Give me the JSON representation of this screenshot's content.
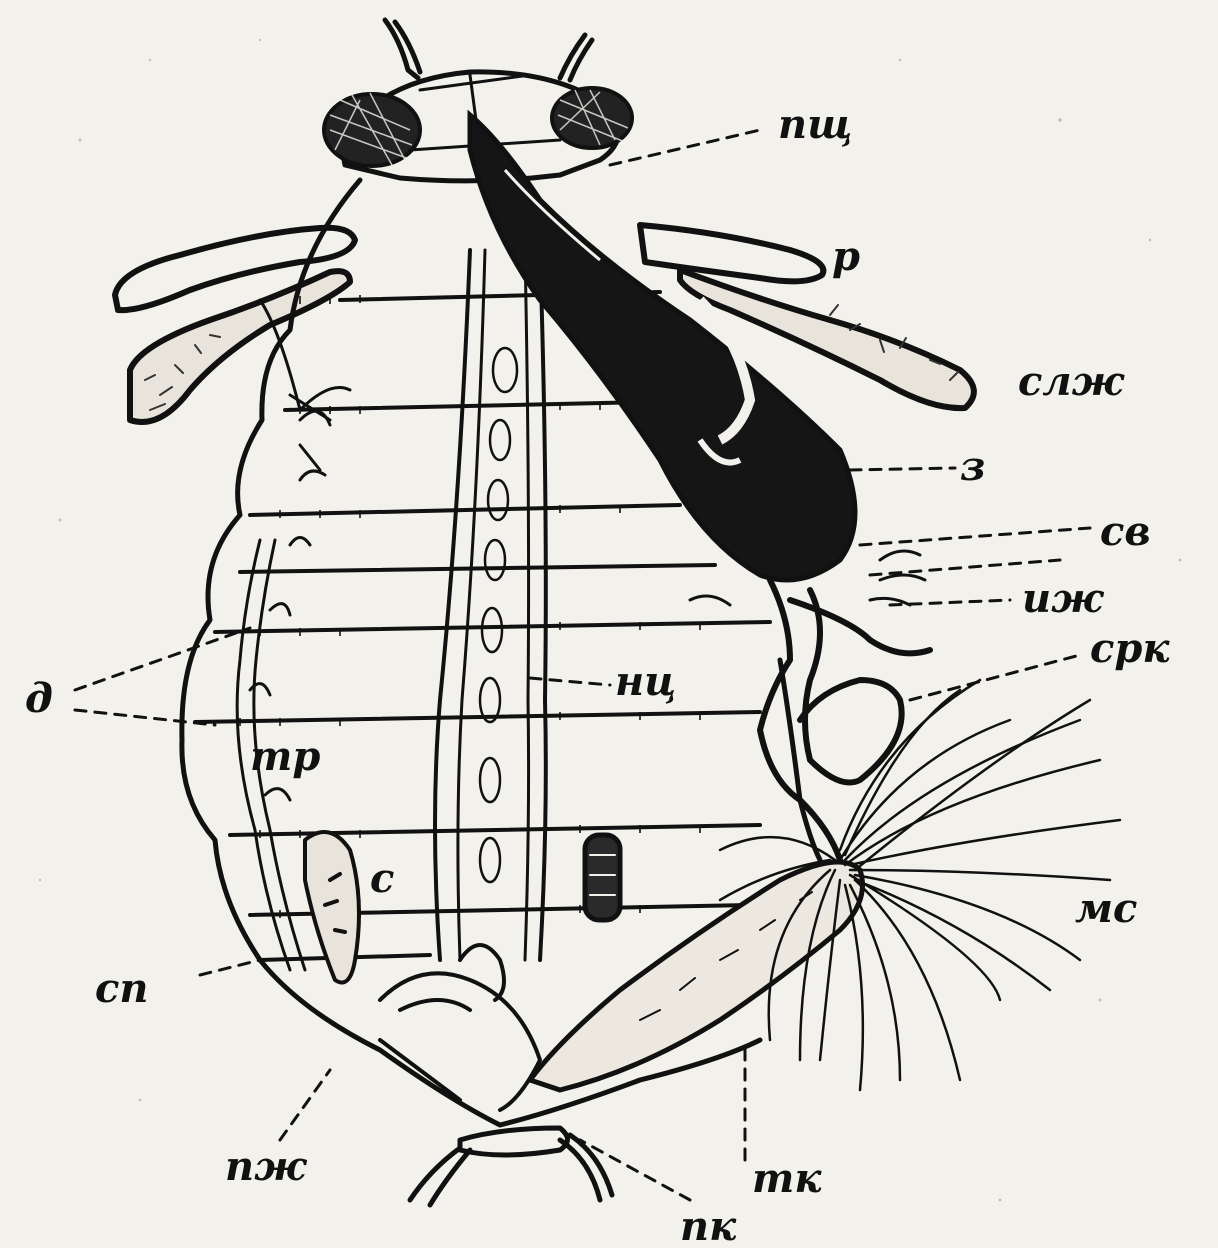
{
  "labels": {
    "pshch": "пщ",
    "r": "р",
    "slzh": "слж",
    "z": "з",
    "sv": "св",
    "izh": "иж",
    "srk": "срк",
    "d": "д",
    "nts": "нц",
    "tr": "тр",
    "s": "с",
    "ms": "мс",
    "sp": "сп",
    "pzh": "пж",
    "tk": "тк",
    "pk": "пк"
  }
}
